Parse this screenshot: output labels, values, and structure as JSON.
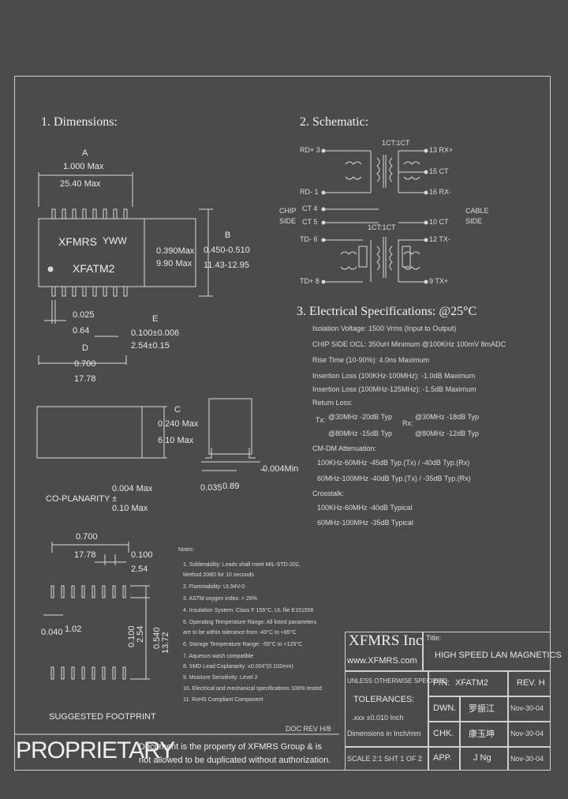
{
  "sections": {
    "dimensions": "1. Dimensions:",
    "schematic": "2. Schematic:",
    "electrical": "3. Electrical   Specifications: @25°C"
  },
  "dims": {
    "a_label": "A",
    "a_in": "1.000 Max",
    "a_mm": "25.40 Max",
    "part_brand": "XFMRS",
    "part_code": "YWW",
    "part_no": "XFATM2",
    "h_in": "0.390Max",
    "h_mm": "9.90 Max",
    "b_label": "B",
    "b_in": "0.450-0.510",
    "b_mm": "11.43-12.95",
    "pin_w_in": "0.025",
    "pin_w_mm": "0.64",
    "e_label": "E",
    "e_in": "0.100±0.006",
    "e_mm": "2.54±0.15",
    "d_label": "D",
    "d_in": "0.700",
    "d_mm": "17.78",
    "c_label": "C",
    "c_in": "0.240 Max",
    "c_mm": "6.10 Max",
    "lead_in": "0.035",
    "lead_mm": "0.89",
    "standoff": "0.004Min",
    "coplanarity_label": "CO-PLANARITY ±",
    "coplanarity_in": "0.004 Max",
    "coplanarity_mm": "0.10 Max"
  },
  "footprint": {
    "w_in": "0.700",
    "w_mm": "17.78",
    "pitch_in": "0.100",
    "pitch_mm": "2.54",
    "pad_in": "0.040",
    "pad_mm": "1.02",
    "v1_in": "0.100",
    "v1_mm": "2.54",
    "v2_in": "0.540",
    "v2_mm": "13.72",
    "caption": "SUGGESTED FOOTPRINT"
  },
  "schematic": {
    "ratio_top": "1CT:1CT",
    "ratio_bot": "1CT:1CT",
    "left_pins": [
      "RD+ 3",
      "RD- 1",
      "CT 4",
      "CT 5",
      "TD- 6",
      "TD+ 8"
    ],
    "right_pins": [
      "13 RX+",
      "15 CT",
      "16 RX-",
      "10 CT",
      "12 TX-",
      "9 TX+"
    ],
    "chip_side": [
      "CHIP",
      "SIDE"
    ],
    "cable_side": [
      "CABLE",
      "SIDE"
    ]
  },
  "specs": {
    "isolation": "Isolation Voltage: 1500 Vrms (Input to Output)",
    "ocl": "CHIP SIDE OCL: 350uH Minimum @100KHz 100mV 8mADC",
    "rise": "Rise Time (10-90%): 4.0ns Maximum",
    "il1": "Insertion Loss (100KHz-100MHz): -1.0dB Maximum",
    "il2": "Insertion Loss (100MHz-125MHz): -1.5dB Maximum",
    "rl_title": "Return Loss:",
    "tx": "Tx:",
    "rx": "Rx:",
    "tx1": "@30MHz   -20dB Typ",
    "tx2": "@80MHz   -15dB Typ",
    "rx1": "@30MHz   -18dB Typ",
    "rx2": "@80MHz   -12dB Typ",
    "cm_title": "CM-DM Attenuation:",
    "cm1": "100KHz-60MHz    -45dB Typ.(Tx) / -40dB Typ.(Rx)",
    "cm2": "60MHz-100MHz   -40dB Typ.(Tx) / -35dB Typ.(Rx)",
    "ct_title": "Crosstalk:",
    "ct1": "100KHz-60MHz    -40dB Typical",
    "ct2": "60MHz-100MHz   -35dB Typical"
  },
  "notes": {
    "title": "Notes:",
    "items": [
      "1. Solderability: Leads shall meet MIL-STD-202,",
      "   Method 208D for 10 seconds",
      "2. Flammability: UL94V-0",
      "3. ASTM oxygen index: > 28%",
      "4. Insulation System: Class F 155°C, UL file E151556",
      "5. Operating Temperature Range: All listed parameters",
      "   are to be within tolerance from -40°C to +85°C",
      "6. Storage Temperature Range: -55°C to +125°C",
      "7. Aqueous wash compatible",
      "8. SMD Lead Coplanarity: ≤0.004\"(0.102mm)",
      "9. Moisture Sensitivity: Level 2",
      "10. Electrical and mechanical specifications 100% tested",
      "11. RoHS Compliant Component"
    ]
  },
  "title_block": {
    "company": "XFMRS Inc",
    "url": "www.XFMRS.com",
    "title_label": "Title:",
    "title": "HIGH SPEED LAN MAGNETICS",
    "tol_1": "UNLESS OTHERWISE SPECIFIED",
    "tol_2": "TOLERANCES:",
    "tol_3": ".xxx  ±0.010 Inch",
    "tol_4": "Dimensions in Inch/mm",
    "pn_label": "P/N:",
    "pn": "XFATM2",
    "rev": "REV. H",
    "dwn_label": "DWN.",
    "dwn_sig": "罗振江",
    "dwn_date": "Nov-30-04",
    "chk_label": "CHK.",
    "chk_sig": "康玉坤",
    "chk_date": "Nov-30-04",
    "app_label": "APP.",
    "app_sig": "J Ng",
    "app_date": "Nov-30-04",
    "scale": "SCALE 2:1   SHT 1 OF 2",
    "doc_rev": "DOC REV H/8"
  },
  "proprietary": {
    "word": "PROPRIETARY",
    "line1": "Document is the property of XFMRS Group &  is",
    "line2": "not allowed to be duplicated without authorization."
  }
}
